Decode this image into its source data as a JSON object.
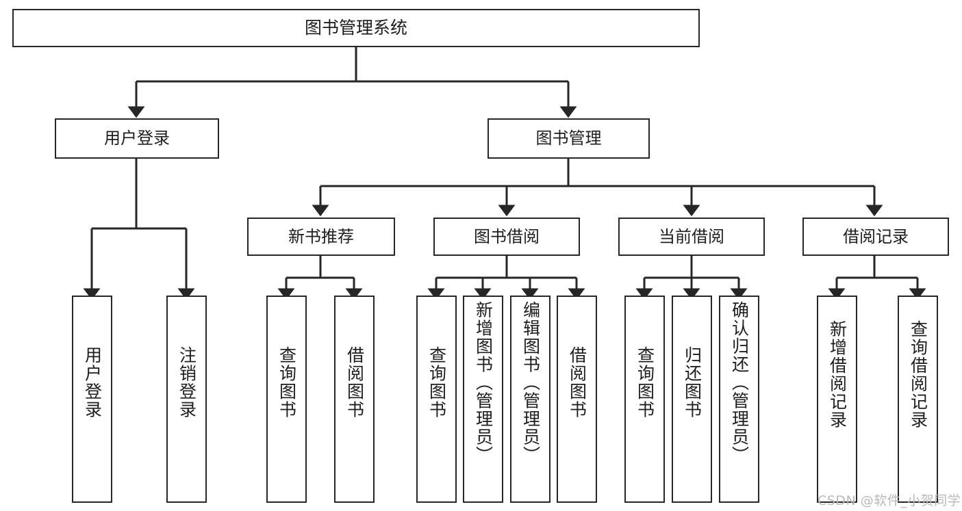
{
  "diagram": {
    "title": "图书管理系统",
    "type": "tree-hierarchy-diagram",
    "colors": {
      "box_border": "#262626",
      "box_fill": "#ffffff",
      "connector": "#262626",
      "text": "#1d1d1d",
      "watermark": "#b9b9b9",
      "background": "#ffffff"
    },
    "root": {
      "label": "图书管理系统"
    },
    "tier2": [
      {
        "label": "用户登录"
      },
      {
        "label": "图书管理"
      }
    ],
    "tier3": [
      {
        "label": "新书推荐"
      },
      {
        "label": "图书借阅"
      },
      {
        "label": "当前借阅"
      },
      {
        "label": "借阅记录"
      }
    ],
    "leaves": {
      "user_login": [
        {
          "label": "用户登录"
        },
        {
          "label": "注销登录"
        }
      ],
      "new_book_recommend": [
        {
          "label": "查询图书"
        },
        {
          "label": "借阅图书"
        }
      ],
      "book_borrow": [
        {
          "label": "查询图书"
        },
        {
          "label": "新增图书（管理员）"
        },
        {
          "label": "编辑图书（管理员）"
        },
        {
          "label": "借阅图书"
        }
      ],
      "current_borrow": [
        {
          "label": "查询图书"
        },
        {
          "label": "归还图书"
        },
        {
          "label": "确认归还（管理员）"
        }
      ],
      "borrow_record": [
        {
          "label": "新增借阅记录"
        },
        {
          "label": "查询借阅记录"
        }
      ]
    },
    "watermark": "CSDN @软件_小贺同学"
  }
}
